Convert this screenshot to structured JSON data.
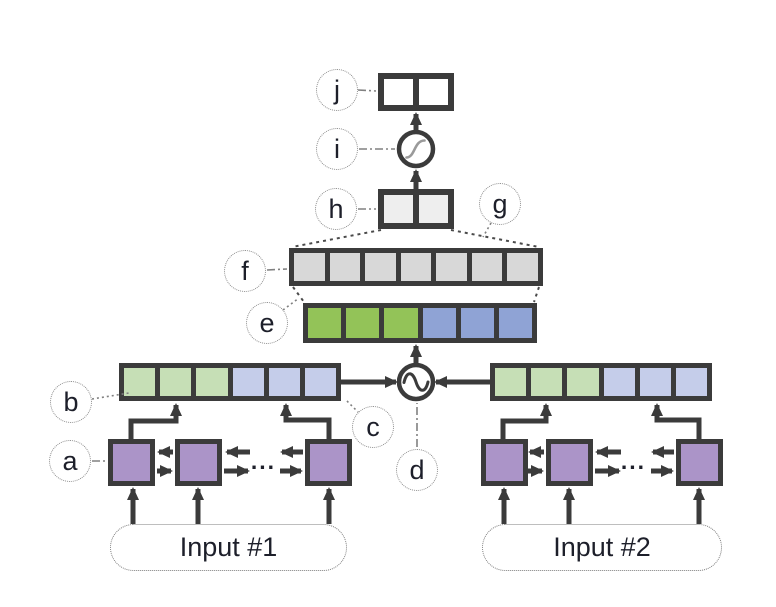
{
  "labels": {
    "a": "a",
    "b": "b",
    "c": "c",
    "d": "d",
    "e": "e",
    "f": "f",
    "g": "g",
    "h": "h",
    "i": "i",
    "j": "j"
  },
  "inputs": {
    "input1": "Input #1",
    "input2": "Input #2"
  },
  "ellipsis": "...",
  "icons": {
    "combine": "sine-icon",
    "activation": "sigmoid-icon"
  },
  "colors": {
    "border": "#3b3b3b",
    "text": "#1d1f2a",
    "purple": "#ab94c8",
    "greenLight": "#c6dfb6",
    "blueLight": "#c5cdea",
    "greenBright": "#93c358",
    "blueMid": "#8fa3d5",
    "cellGray": "#d8d8d8",
    "cellFaint": "#eeeeee",
    "cellWhite": "#ffffff",
    "curveGray": "#9a9a9a",
    "leader": "#808080"
  },
  "vectors": {
    "j": [
      "cellWhite",
      "cellWhite"
    ],
    "h": [
      "cellFaint",
      "cellFaint"
    ],
    "f": [
      "cellGray",
      "cellGray",
      "cellGray",
      "cellGray",
      "cellGray",
      "cellGray",
      "cellGray"
    ],
    "e": [
      "greenBright",
      "greenBright",
      "greenBright",
      "blueMid",
      "blueMid",
      "blueMid"
    ],
    "bLeft": [
      "greenLight",
      "greenLight",
      "greenLight",
      "blueLight",
      "blueLight",
      "blueLight"
    ],
    "bRight": [
      "greenLight",
      "greenLight",
      "greenLight",
      "blueLight",
      "blueLight",
      "blueLight"
    ]
  }
}
